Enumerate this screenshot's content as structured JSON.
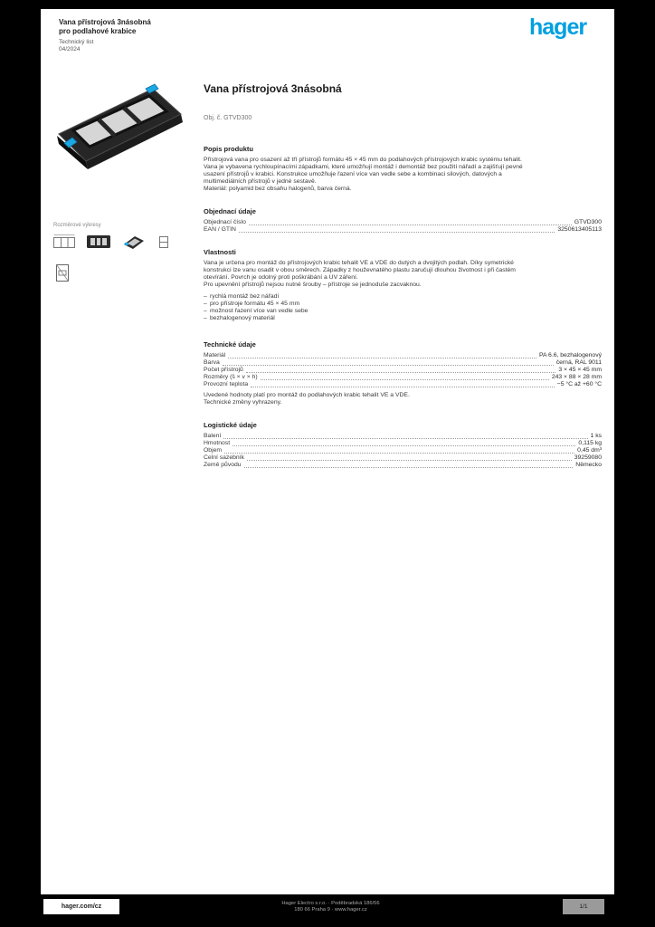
{
  "brand": {
    "logo_text": "hager",
    "color": "#00a0e1"
  },
  "header": {
    "line1": "Vana přístrojová 3násobná",
    "line2": "pro podlahové krabice",
    "line3": "Technický list",
    "line4": "04/2024"
  },
  "product": {
    "title": "Vana přístrojová 3násobná",
    "reference": "Obj. č. GTVD300"
  },
  "description": {
    "heading": "Popis produktu",
    "lines": [
      "Přístrojová vana pro osazení až tří přístrojů formátu 45 × 45 mm do podlahových přístrojových krabic systému tehalit.",
      "Vana je vybavena rychloupínacími západkami, které umožňují montáž i demontáž bez použití nářadí a zajišťují pevné",
      "usazení přístrojů v krabici. Konstrukce umožňuje řazení více van vedle sebe a kombinaci silových, datových a",
      "multimediálních přístrojů v jedné sestavě.",
      "Materiál: polyamid bez obsahu halogenů, barva černá."
    ]
  },
  "ordering": {
    "heading": "Objednací údaje",
    "rows": [
      {
        "label": "Objednací číslo",
        "value": "GTVD300"
      },
      {
        "label": "EAN / GTIN",
        "value": "3250613405113"
      }
    ]
  },
  "features": {
    "heading": "Vlastnosti",
    "lines": [
      "Vana je určena pro montáž do přístrojových krabic tehalit VE a VDE do dutých a dvojitých podlah. Díky symetrické",
      "konstrukci lze vanu osadit v obou směrech. Západky z houževnatého plastu zaručují dlouhou životnost i při častém",
      "otevírání. Povrch je odolný proti poškrábání a UV záření.",
      "Pro upevnění přístrojů nejsou nutné šrouby – přístroje se jednoduše zacvaknou."
    ],
    "bullets": [
      "rychlá montáž bez nářadí",
      "pro přístroje formátu 45 × 45 mm",
      "možnost řazení více van vedle sebe",
      "bezhalogenový materiál"
    ]
  },
  "tech": {
    "heading": "Technické údaje",
    "rows": [
      {
        "label": "Materiál",
        "value": "PA 6.6, bezhalogenový"
      },
      {
        "label": "Barva",
        "value": "černá, RAL 9011"
      },
      {
        "label": "Počet přístrojů",
        "value": "3 × 45 × 45 mm"
      },
      {
        "label": "Rozměry (š × v × h)",
        "value": "243 × 88 × 28 mm"
      },
      {
        "label": "Provozní teplota",
        "value": "−5 °C až +60 °C"
      }
    ]
  },
  "notes": [
    "Uvedené hodnoty platí pro montáž do podlahových krabic tehalit VE a VDE.",
    "Technické změny vyhrazeny."
  ],
  "logistics": {
    "heading": "Logistické údaje",
    "rows": [
      {
        "label": "Balení",
        "value": "1 ks"
      },
      {
        "label": "Hmotnost",
        "value": "0,115 kg"
      },
      {
        "label": "Objem",
        "value": "0,45 dm³"
      },
      {
        "label": "Celní sazebník",
        "value": "39259080"
      },
      {
        "label": "Země původu",
        "value": "Německo"
      }
    ]
  },
  "left_column": {
    "caption": "Rozměrové výkresy"
  },
  "footer": {
    "website": "hager.com/cz",
    "line1": "Hager Electro s.r.o. · Poděbradská 186/56",
    "line2": "180 66 Praha 9 · www.hager.cz",
    "page_label": "1/1"
  }
}
